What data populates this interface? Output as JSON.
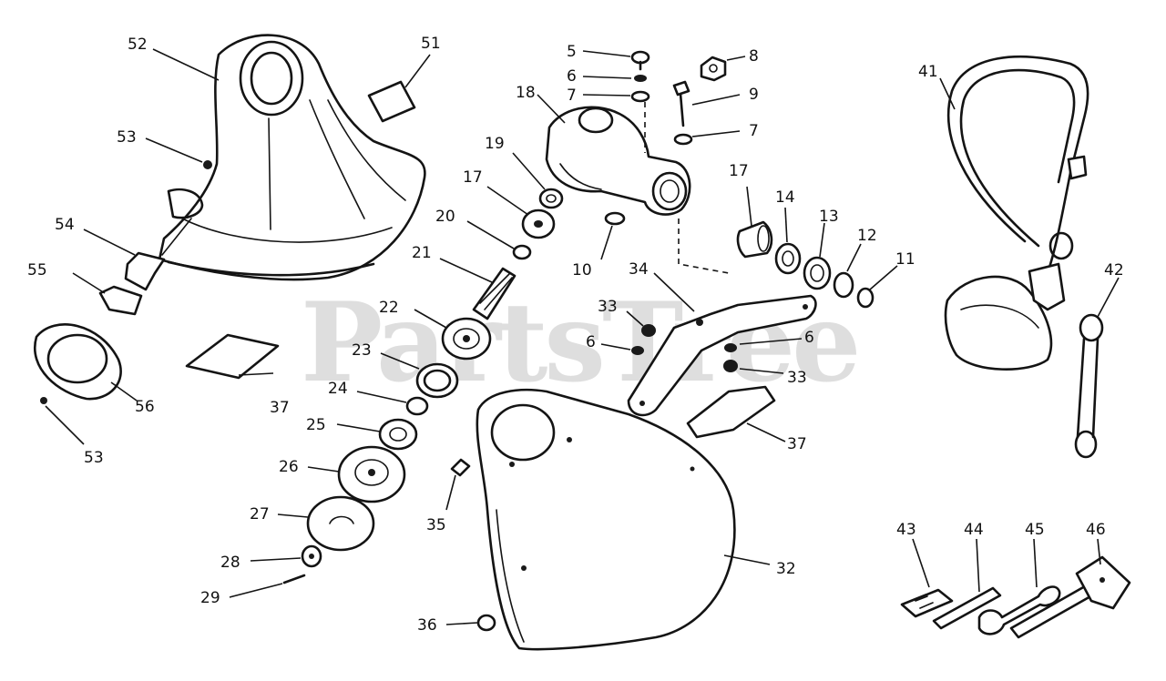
{
  "watermark": "PartsTree",
  "callouts": {
    "c5": "5",
    "c6a": "6",
    "c7a": "7",
    "c8": "8",
    "c9": "9",
    "c7b": "7",
    "c18": "18",
    "c19": "19",
    "c17a": "17",
    "c20": "20",
    "c21": "21",
    "c10": "10",
    "c17b": "17",
    "c14": "14",
    "c13": "13",
    "c12": "12",
    "c11": "11",
    "c34": "34",
    "c33a": "33",
    "c6b": "6",
    "c6c": "6",
    "c33b": "33",
    "c22": "22",
    "c23": "23",
    "c24": "24",
    "c25": "25",
    "c26": "26",
    "c27": "27",
    "c28": "28",
    "c29": "29",
    "c35": "35",
    "c36": "36",
    "c32": "32",
    "c37a": "37",
    "c37b": "37",
    "c52": "52",
    "c51": "51",
    "c53a": "53",
    "c54": "54",
    "c55": "55",
    "c56": "56",
    "c53b": "53",
    "c41": "41",
    "c42": "42",
    "c43": "43",
    "c44": "44",
    "c45": "45",
    "c46": "46"
  }
}
